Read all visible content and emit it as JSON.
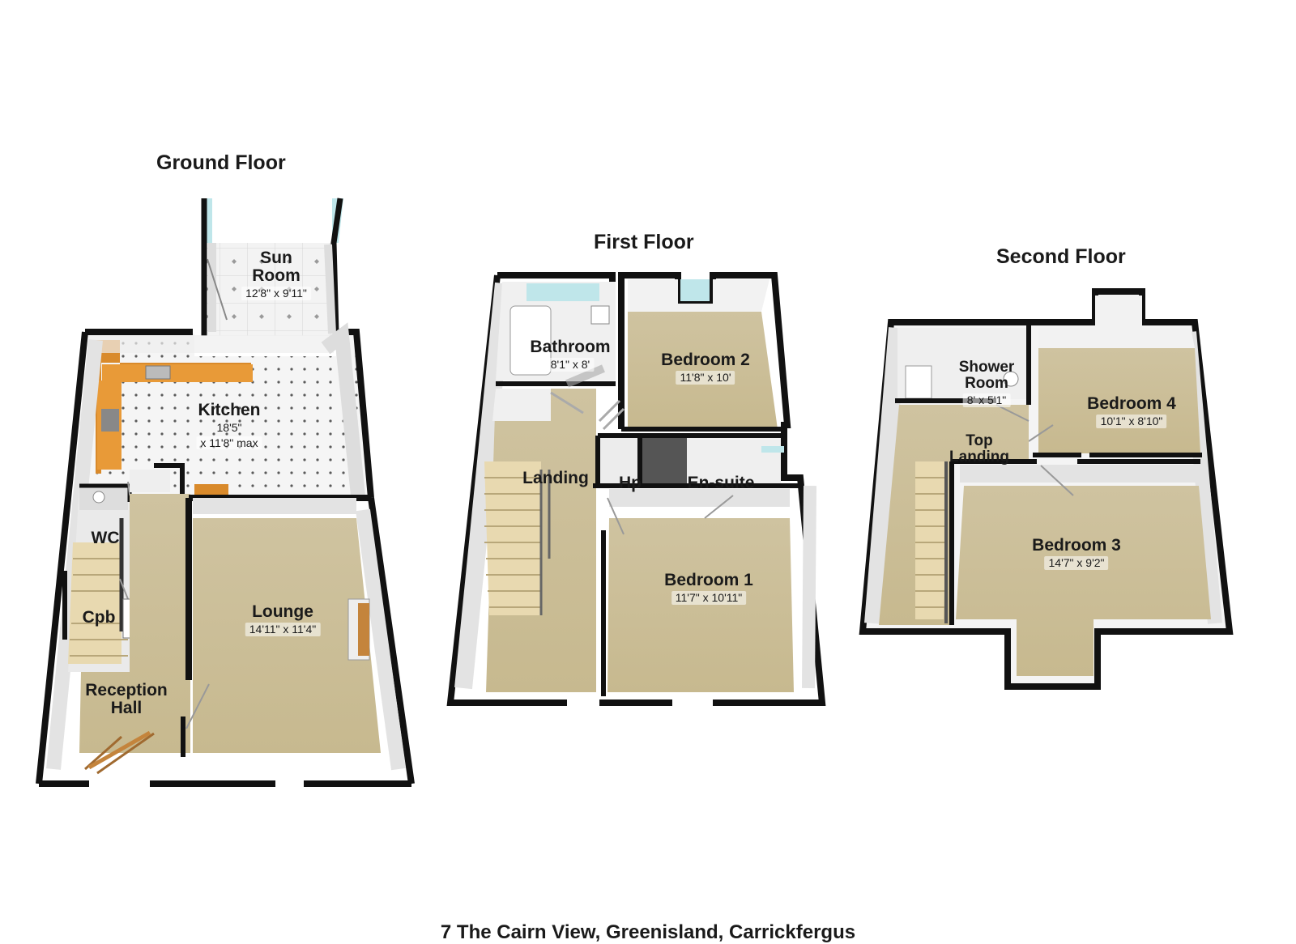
{
  "floors": {
    "ground": {
      "title": "Ground Floor",
      "rooms": {
        "sun_room": {
          "name_line1": "Sun",
          "name_line2": "Room",
          "dims": "12'8\" x 9'11\""
        },
        "kitchen": {
          "name": "Kitchen",
          "dims_line1": "18'5\"",
          "dims_line2": "x 11'8\" max"
        },
        "wc": {
          "name": "WC"
        },
        "cpb": {
          "name": "Cpb"
        },
        "lounge": {
          "name": "Lounge",
          "dims": "14'11\" x 11'4\""
        },
        "reception_hall": {
          "name_line1": "Reception",
          "name_line2": "Hall"
        }
      }
    },
    "first": {
      "title": "First Floor",
      "rooms": {
        "bathroom": {
          "name": "Bathroom",
          "dims": "8'1\" x 8'"
        },
        "bedroom_2": {
          "name": "Bedroom 2",
          "dims": "11'8\" x 10'"
        },
        "landing": {
          "name": "Landing"
        },
        "hp": {
          "name": "Hp"
        },
        "en_suite": {
          "name": "En-suite"
        },
        "bedroom_1": {
          "name": "Bedroom 1",
          "dims": "11'7\" x 10'11\""
        }
      }
    },
    "second": {
      "title": "Second Floor",
      "rooms": {
        "shower_room": {
          "name_line1": "Shower",
          "name_line2": "Room",
          "dims": "8' x 5'1\""
        },
        "bedroom_4": {
          "name": "Bedroom 4",
          "dims": "10'1\" x 8'10\""
        },
        "top_landing": {
          "name_line1": "Top",
          "name_line2": "Landing"
        },
        "bedroom_3": {
          "name": "Bedroom 3",
          "dims": "14'7\" x 9'2\""
        }
      }
    }
  },
  "address": "7 The Cairn View, Greenisland, Carrickfergus",
  "colors": {
    "wall": "#111111",
    "carpet": "#cdbf96",
    "tile": "#f2f2f2",
    "counter": "#d98a2b",
    "glass": "#bfe6ea"
  }
}
